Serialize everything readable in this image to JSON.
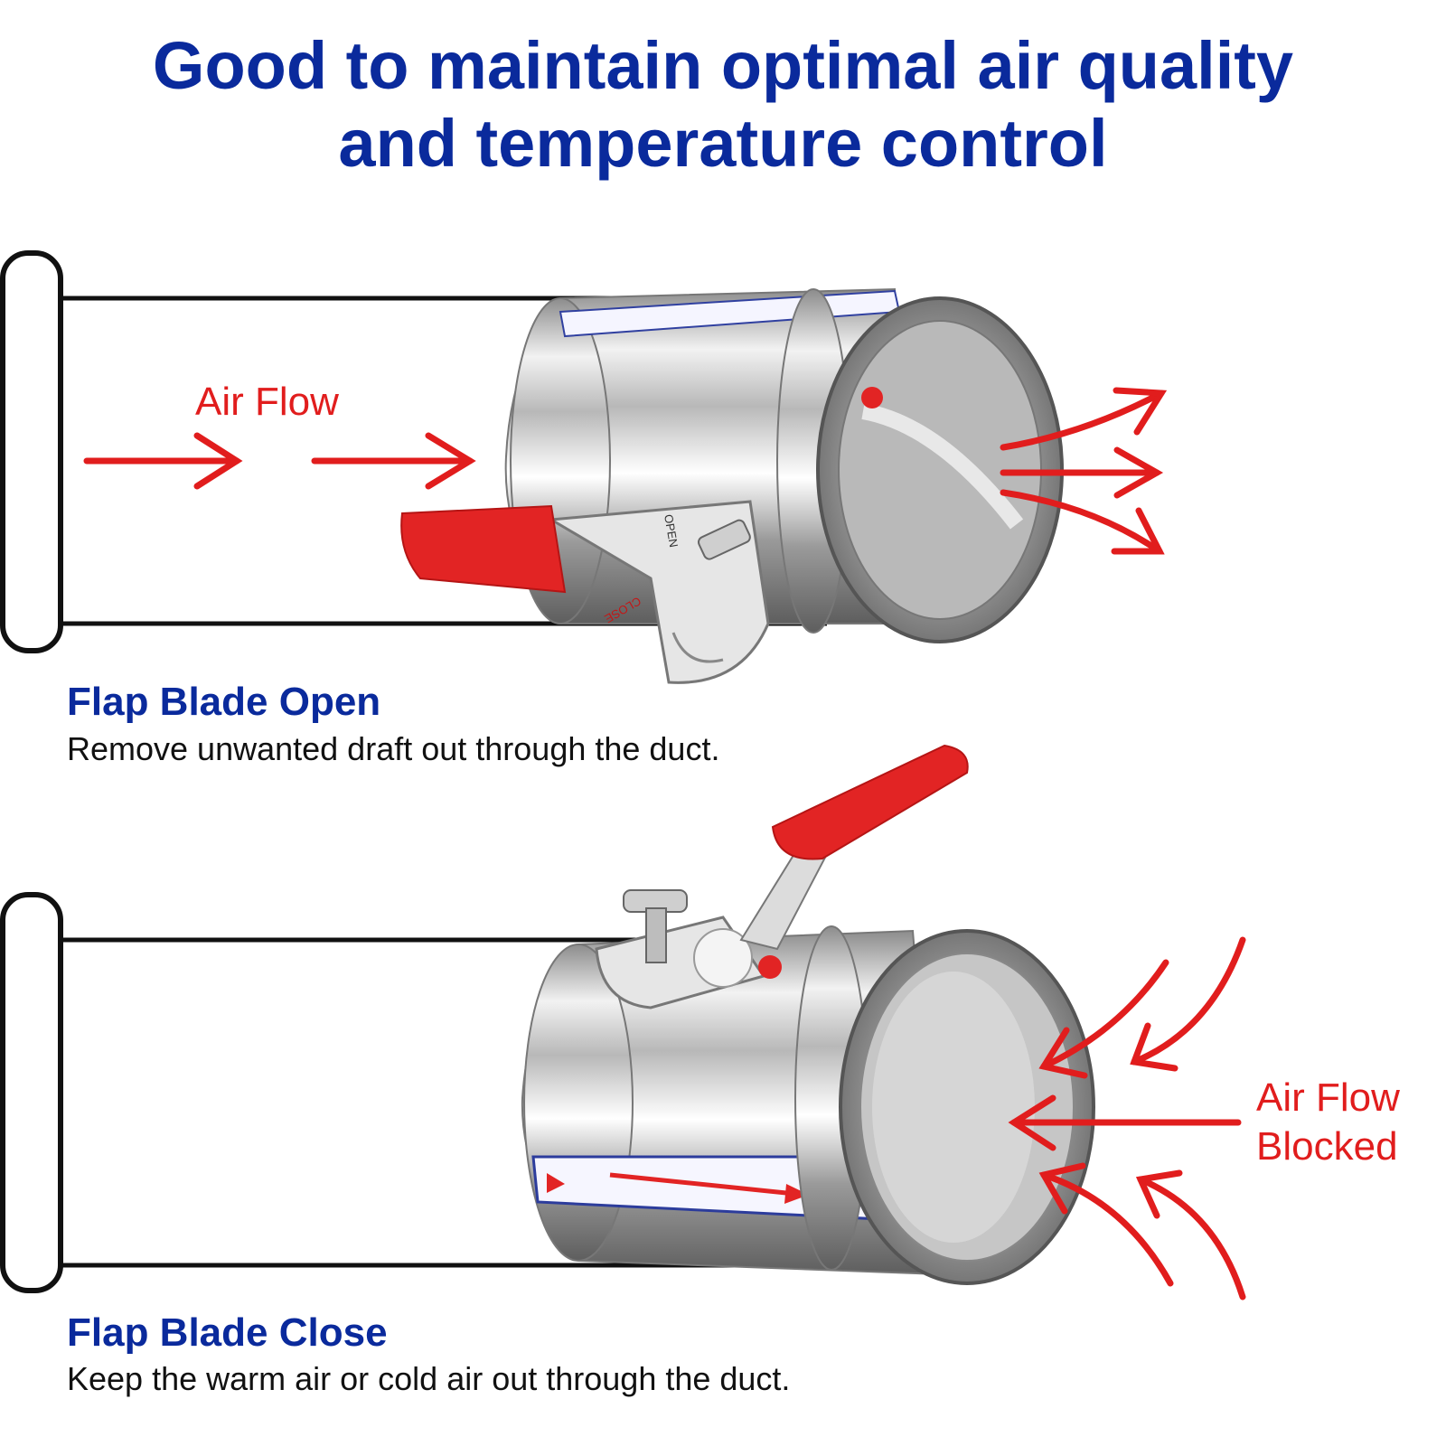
{
  "headline": {
    "line1": "Good to maintain optimal air quality",
    "line2": "and temperature control"
  },
  "open_panel": {
    "airflow_label": "Air Flow",
    "title": "Flap Blade Open",
    "description": "Remove unwanted draft out through the duct.",
    "dial_open": "OPEN",
    "dial_close": "CLOSE"
  },
  "close_panel": {
    "airflow_label_line1": "Air Flow",
    "airflow_label_line2": "Blocked",
    "title": "Flap Blade Close",
    "description": "Keep the warm air or cold air out through the duct."
  },
  "colors": {
    "headline": "#0a2a9c",
    "arrow": "#e11d1d",
    "handle": "#e22424",
    "duct_outline": "#111111"
  },
  "icons": [
    "arrow-right-icon",
    "arrow-curved-icon",
    "damper-open-illustration",
    "damper-closed-illustration"
  ]
}
